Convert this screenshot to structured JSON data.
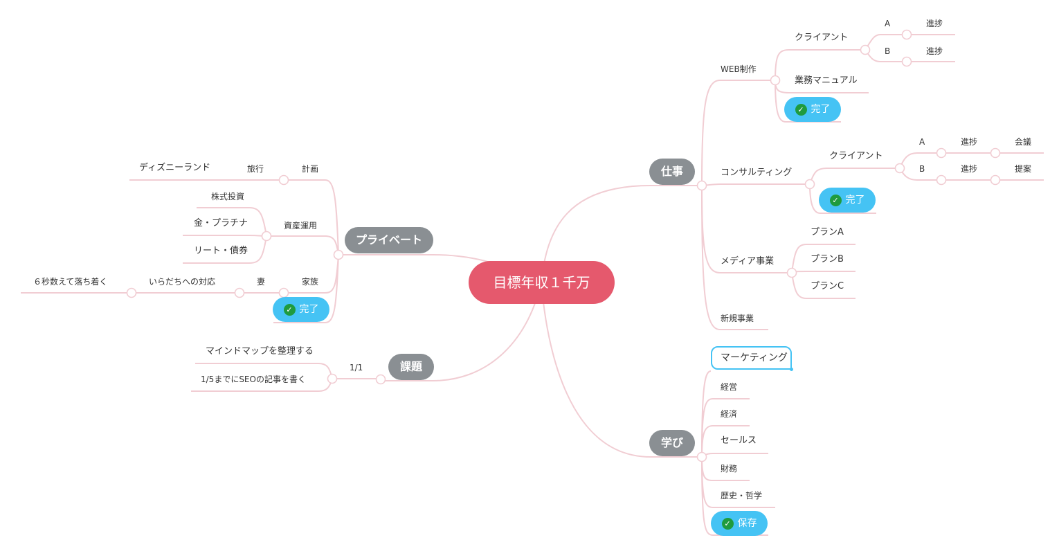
{
  "root": "目標年収１千万",
  "done_label": "完了",
  "save_label": "保存",
  "colors": {
    "root": "#e5596d",
    "topic": "#8a8f93",
    "done": "#45c3f4",
    "line": "#f1cdd3",
    "check": "#1f9b3e"
  },
  "work": {
    "label": "仕事",
    "web": {
      "label": "WEB制作",
      "client": "クライアント",
      "a": "A",
      "b": "B",
      "a_progress": "進捗",
      "b_progress": "進捗",
      "manual": "業務マニュアル"
    },
    "consulting": {
      "label": "コンサルティング",
      "client": "クライアント",
      "a": "A",
      "b": "B",
      "a_progress": "進捗",
      "b_progress": "進捗",
      "a_meeting": "会議",
      "b_proposal": "提案"
    },
    "media": {
      "label": "メディア事業",
      "plans": [
        "プランA",
        "プランB",
        "プランC"
      ]
    },
    "new_business": "新規事業"
  },
  "learning": {
    "label": "学び",
    "items": [
      "マーケティング",
      "経営",
      "経済",
      "セールス",
      "財務",
      "歴史・哲学"
    ]
  },
  "private": {
    "label": "プライベート",
    "plan": "計画",
    "travel": "旅行",
    "disney": "ディズニーランド",
    "assets": "資産運用",
    "asset_items": [
      "株式投資",
      "金・プラチナ",
      "リート・債券"
    ],
    "family": "家族",
    "wife": "妻",
    "frustration": "いらだちへの対応",
    "count": "６秒数えて落ち着く"
  },
  "tasks": {
    "label": "課題",
    "count": "1/1",
    "items": [
      "マインドマップを整理する",
      "1/5までにSEOの記事を書く"
    ]
  }
}
